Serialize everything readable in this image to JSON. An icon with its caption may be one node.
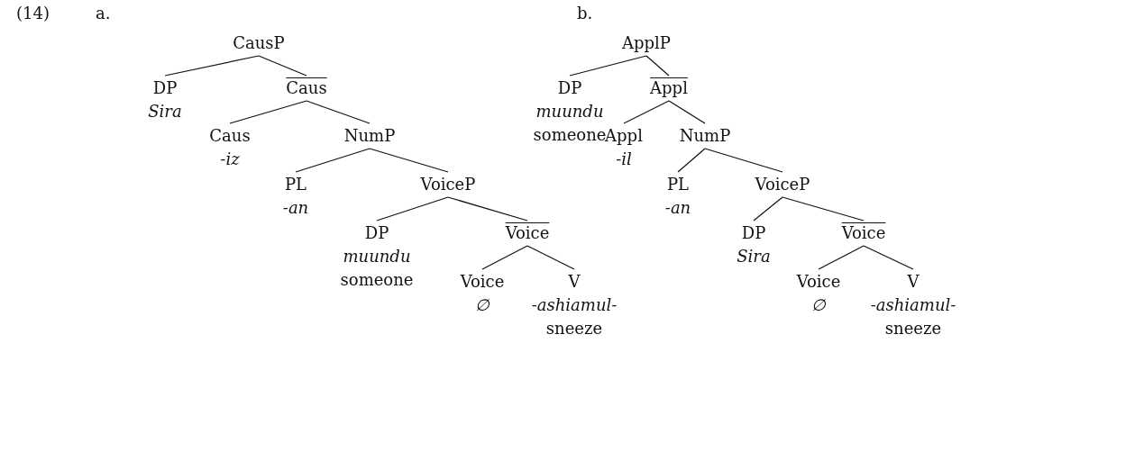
{
  "diagram": {
    "nodes": [
      {
        "text": [
          "CausP"
        ]
      },
      {
        "text": [
          "DP",
          "Sira"
        ]
      },
      {
        "text": [
          "Caus"
        ]
      },
      {
        "text": [
          "Caus",
          "-iz"
        ]
      },
      {
        "text": [
          "NumP"
        ]
      },
      {
        "text": [
          "PL",
          "-an"
        ]
      },
      {
        "text": [
          "VoiceP"
        ]
      },
      {
        "text": [
          "DP",
          "muundu",
          "someone"
        ]
      },
      {
        "text": [
          "Voice"
        ]
      },
      {
        "text": [
          "Voice",
          "∅"
        ]
      },
      {
        "text": [
          "V",
          "-ashiamul-",
          "sneeze"
        ]
      },
      {
        "text": [
          "ApplP"
        ]
      },
      {
        "text": [
          "DP",
          "muundu",
          "someone"
        ]
      },
      {
        "text": [
          "Appl"
        ]
      },
      {
        "text": [
          "Appl",
          "-il"
        ]
      },
      {
        "text": [
          "NumP"
        ]
      },
      {
        "text": [
          "PL",
          "-an"
        ]
      },
      {
        "text": [
          "VoiceP"
        ]
      },
      {
        "text": [
          "DP",
          "Sira"
        ]
      },
      {
        "text": [
          "Voice"
        ]
      },
      {
        "text": [
          "Voice",
          "∅"
        ]
      },
      {
        "text": [
          "V",
          "-ashiamul-",
          "sneeze"
        ]
      }
    ],
    "edges": [
      {
        "from": 0,
        "to": 1,
        "arrow": "none"
      },
      {
        "from": 0,
        "to": 2,
        "arrow": "none"
      },
      {
        "from": 2,
        "to": 3,
        "arrow": "none"
      },
      {
        "from": 2,
        "to": 4,
        "arrow": "none"
      },
      {
        "from": 4,
        "to": 5,
        "arrow": "none"
      },
      {
        "from": 4,
        "to": 6,
        "arrow": "none"
      },
      {
        "from": 6,
        "to": 7,
        "arrow": "none"
      },
      {
        "from": 6,
        "to": 8,
        "arrow": "none"
      },
      {
        "from": 8,
        "to": 9,
        "arrow": "none"
      },
      {
        "from": 8,
        "to": 10,
        "arrow": "none"
      },
      {
        "from": 11,
        "to": 12,
        "arrow": "none"
      },
      {
        "from": 11,
        "to": 13,
        "arrow": "none"
      },
      {
        "from": 13,
        "to": 14,
        "arrow": "none"
      },
      {
        "from": 13,
        "to": 15,
        "arrow": "none"
      },
      {
        "from": 15,
        "to": 16,
        "arrow": "none"
      },
      {
        "from": 15,
        "to": 17,
        "arrow": "none"
      },
      {
        "from": 17,
        "to": 18,
        "arrow": "none"
      },
      {
        "from": 17,
        "to": 19,
        "arrow": "none"
      },
      {
        "from": 19,
        "to": 20,
        "arrow": "none"
      },
      {
        "from": 19,
        "to": 21,
        "arrow": "none"
      }
    ],
    "labels": [
      "(14)",
      "a.",
      "b."
    ]
  }
}
